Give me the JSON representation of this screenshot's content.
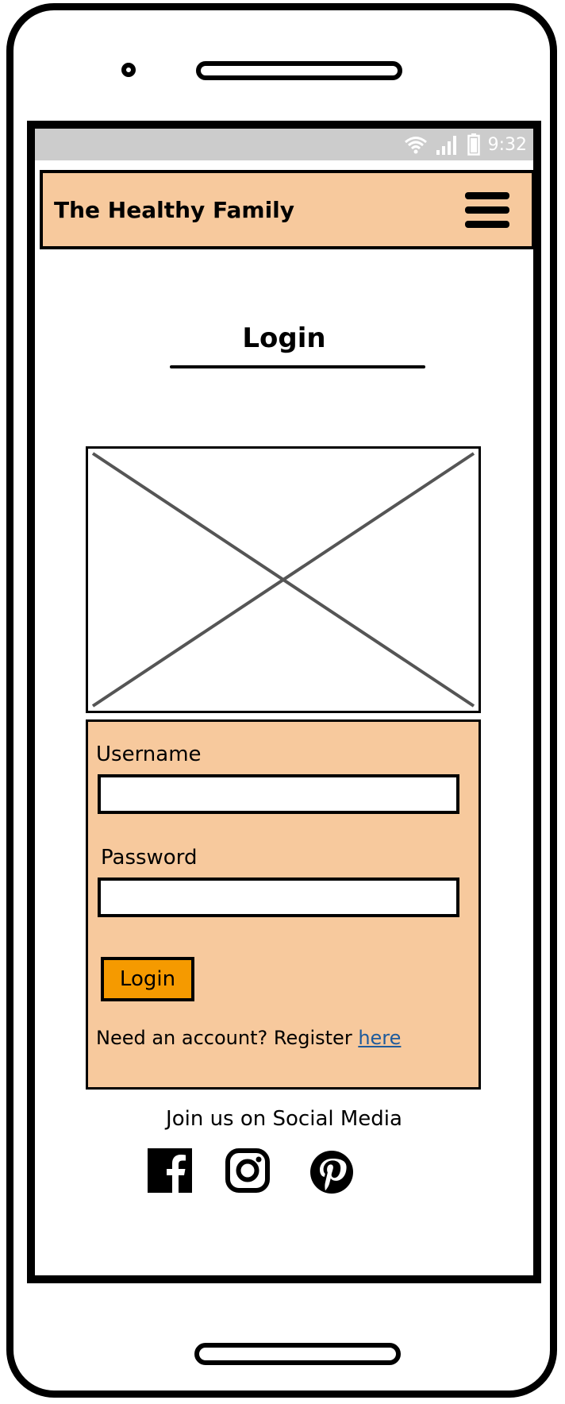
{
  "status_bar": {
    "time": "9:32",
    "icons": [
      "wifi-icon",
      "signal-icon",
      "battery-icon"
    ],
    "background": "#cccccc"
  },
  "app_bar": {
    "title": "The Healthy Family",
    "menu_icon": "hamburger-menu-icon",
    "background": "#f7c99d"
  },
  "page": {
    "title": "Login"
  },
  "image": {
    "icon": "image-placeholder-icon"
  },
  "login_form": {
    "username_label": "Username",
    "username_value": "",
    "password_label": "Password",
    "password_value": "",
    "submit_label": "Login",
    "register_prompt": "Need an account? Register",
    "register_link": "here",
    "panel_color": "#f7c99d",
    "button_color": "#f59a00",
    "link_color": "#1f5b9c"
  },
  "social": {
    "title": "Join us on Social Media",
    "icons": [
      "facebook-icon",
      "instagram-icon",
      "pinterest-icon"
    ]
  }
}
